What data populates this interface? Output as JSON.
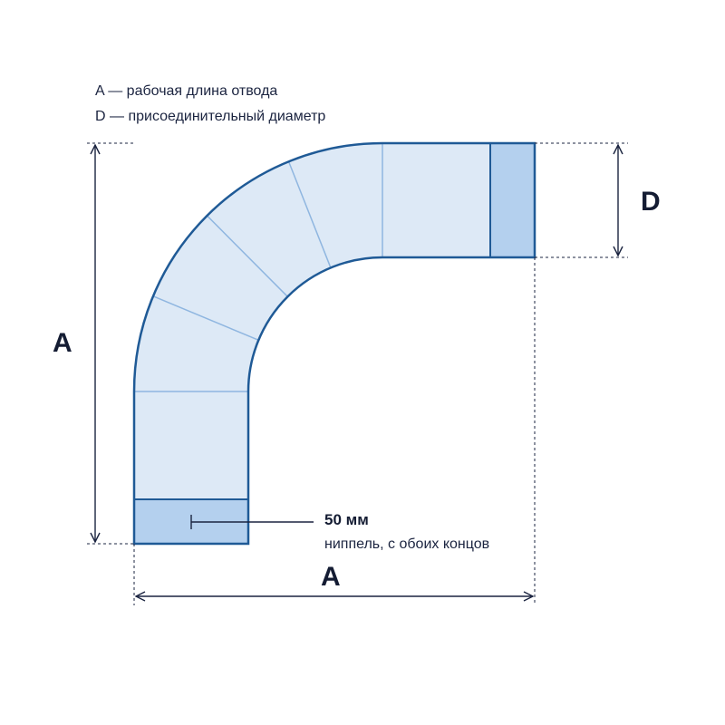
{
  "legend": {
    "a_definition": "A — рабочая длина отвода",
    "d_definition": "D — присоединительный диаметр"
  },
  "dimensions": {
    "a_vertical_label": "A",
    "a_horizontal_label": "A",
    "d_label": "D"
  },
  "nipple": {
    "size": "50 мм",
    "description": "ниппель, с обоих концов"
  },
  "colors": {
    "outline": "#1f5a96",
    "body_fill": "#dde9f6",
    "nipple_fill": "#b4d0ee",
    "segment_line": "#8fb6e0",
    "dimension_line": "#1b2440",
    "extension_dash": "#1b2440"
  }
}
